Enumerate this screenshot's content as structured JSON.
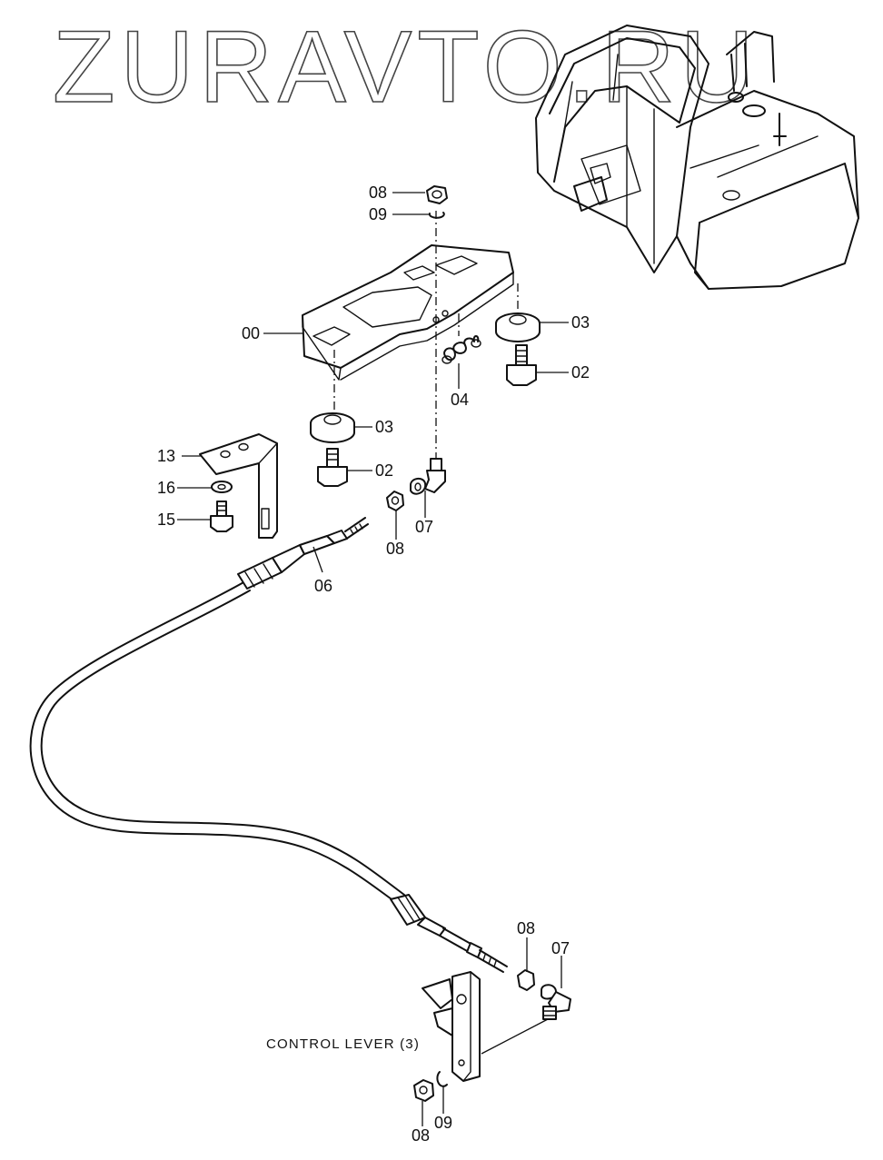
{
  "watermark": "ZURAVTO.RU",
  "caption": "CONTROL LEVER (3)",
  "callouts": {
    "c00": "00",
    "c02a": "02",
    "c02b": "02",
    "c03a": "03",
    "c03b": "03",
    "c04": "04",
    "c06": "06",
    "c07a": "07",
    "c07b": "07",
    "c08a": "08",
    "c08b": "08",
    "c08c": "08",
    "c08d": "08",
    "c09a": "09",
    "c09b": "09",
    "c13": "13",
    "c15": "15",
    "c16": "16"
  }
}
